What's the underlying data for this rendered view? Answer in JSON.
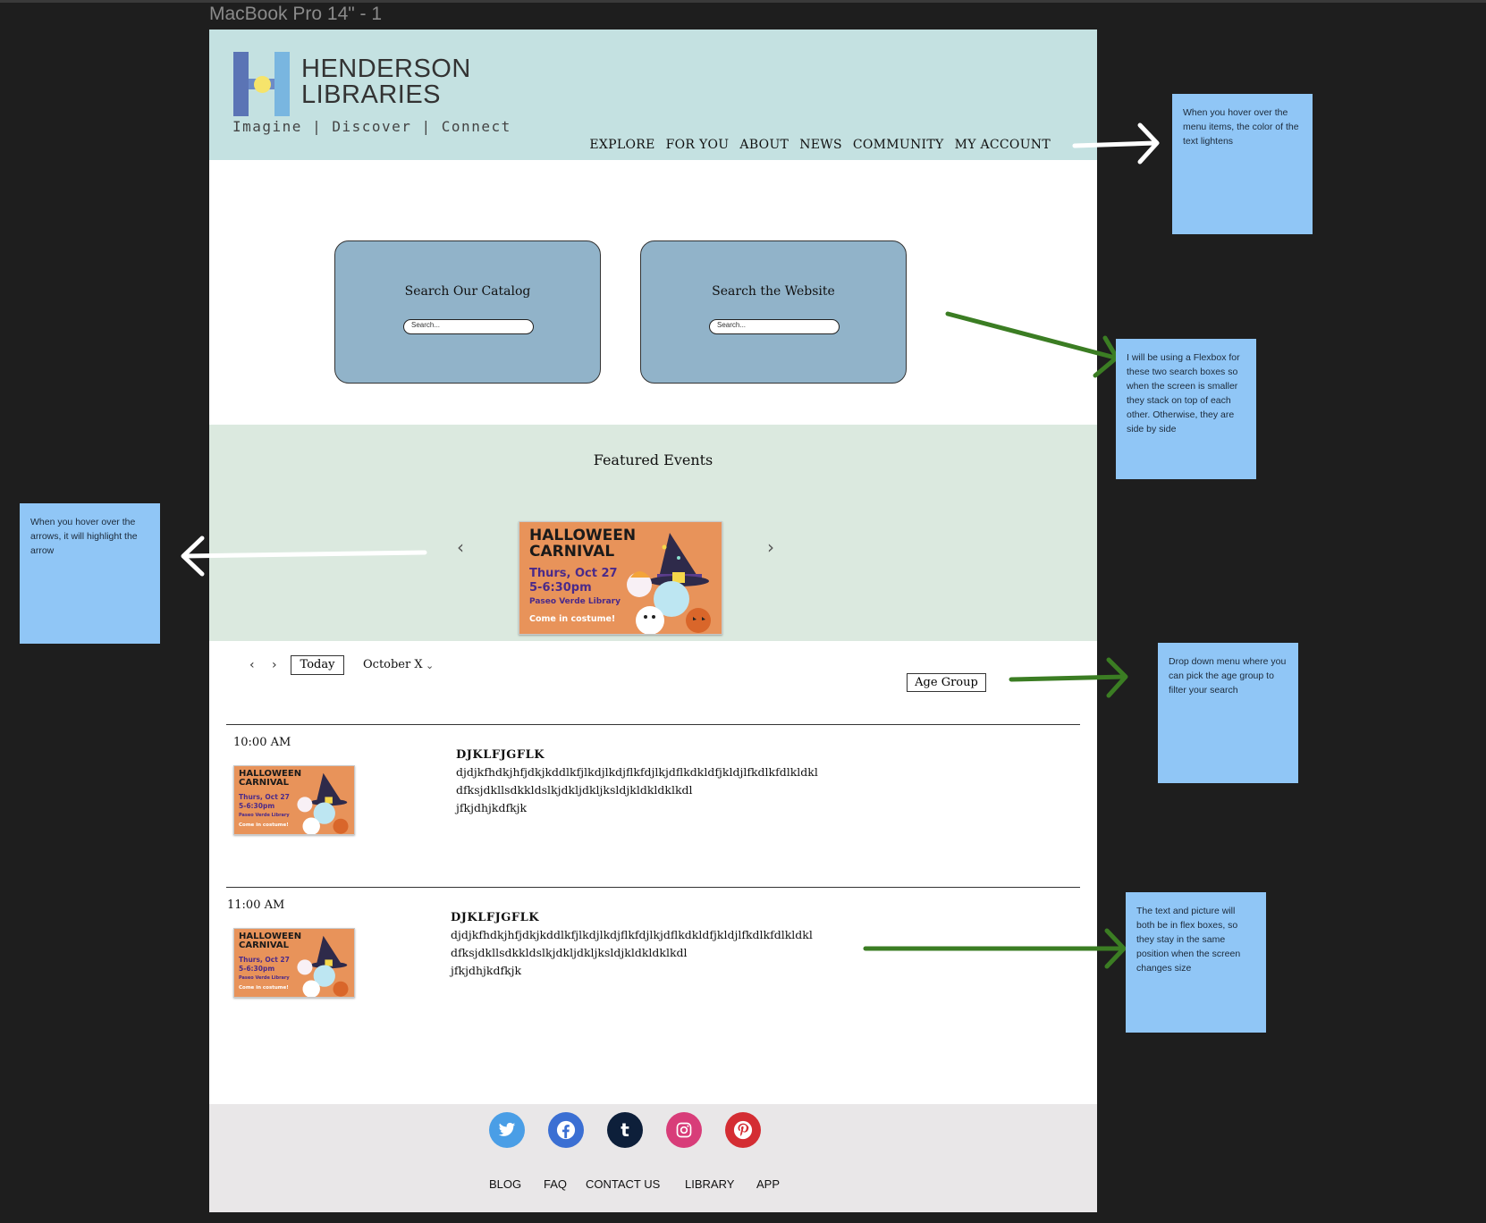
{
  "frame": {
    "title": "MacBook Pro 14\" - 1"
  },
  "header": {
    "brand_line1": "HENDERSON",
    "brand_line2": "LIBRARIES",
    "tagline": "Imagine | Discover | Connect",
    "nav": [
      "EXPLORE",
      "FOR YOU",
      "ABOUT",
      "NEWS",
      "COMMUNITY",
      "MY ACCOUNT"
    ]
  },
  "search": {
    "catalog_title": "Search Our Catalog",
    "website_title": "Search the Website",
    "placeholder": "Search..."
  },
  "featured": {
    "title": "Featured Events",
    "card": {
      "title_line1": "HALLOWEEN",
      "title_line2": "CARNIVAL",
      "date": "Thurs, Oct 27",
      "time": "5-6:30pm",
      "place": "Paseo Verde Library",
      "note": "Come in costume!"
    }
  },
  "calendar": {
    "today_label": "Today",
    "month_label": "October X",
    "age_group_label": "Age Group",
    "events": [
      {
        "time": "10:00 AM",
        "title": "DJKLFJGFLK",
        "lines": [
          "djdjkfhdkjhfjdkjkddlkfjlkdjlkdjflkfdjlkjdflkdkldfjkldjlfkdlkfdlkldkl",
          "dfksjdkllsdkkldslkjdkljdkljksldjkldkldklkdl",
          "jfkjdhjkdfkjk"
        ]
      },
      {
        "time": "11:00 AM",
        "title": "DJKLFJGFLK",
        "lines": [
          "djdjkfhdkjhfjdkjkddlkfjlkdjlkdjflkfdjlkjdflkdkldfjkldjlfkdlkfdlkldkl",
          "dfksjdkllsdkkldslkjdkljdkljksldjkldkldklkdl",
          "jfkjdhjkdfkjk"
        ]
      }
    ]
  },
  "footer": {
    "social": [
      "twitter-icon",
      "facebook-icon",
      "tumblr-icon",
      "instagram-icon",
      "pinterest-icon"
    ],
    "links": [
      "BLOG",
      "FAQ",
      "CONTACT US",
      "LIBRARY",
      "APP"
    ]
  },
  "notes": {
    "nav_hover": "When you hover over the menu items, the color of the text lightens",
    "flexbox": "I will be using a Flexbox for these two search boxes so when the screen is smaller they stack on top of each other. Otherwise, they are side by side",
    "arrows_hover": "When you hover over the arrows, it will highlight the arrow",
    "dropdown": "Drop down menu where you can pick the age group to filter your search",
    "flex_text": "The text and picture will both be in flex boxes, so they stay in the same position when the screen changes size"
  },
  "colors": {
    "header_bg": "#c4e1e1",
    "search_box": "#91b3c9",
    "featured_bg": "#dbe9df",
    "footer_bg": "#e9e7e8",
    "note_bg": "#90c6f6",
    "arrow_green": "#3b7d23",
    "twitter": "#4a9ee6",
    "facebook": "#3b6fd3",
    "tumblr": "#0d1f3a",
    "instagram": "#d83d79",
    "pinterest": "#d42d33"
  }
}
